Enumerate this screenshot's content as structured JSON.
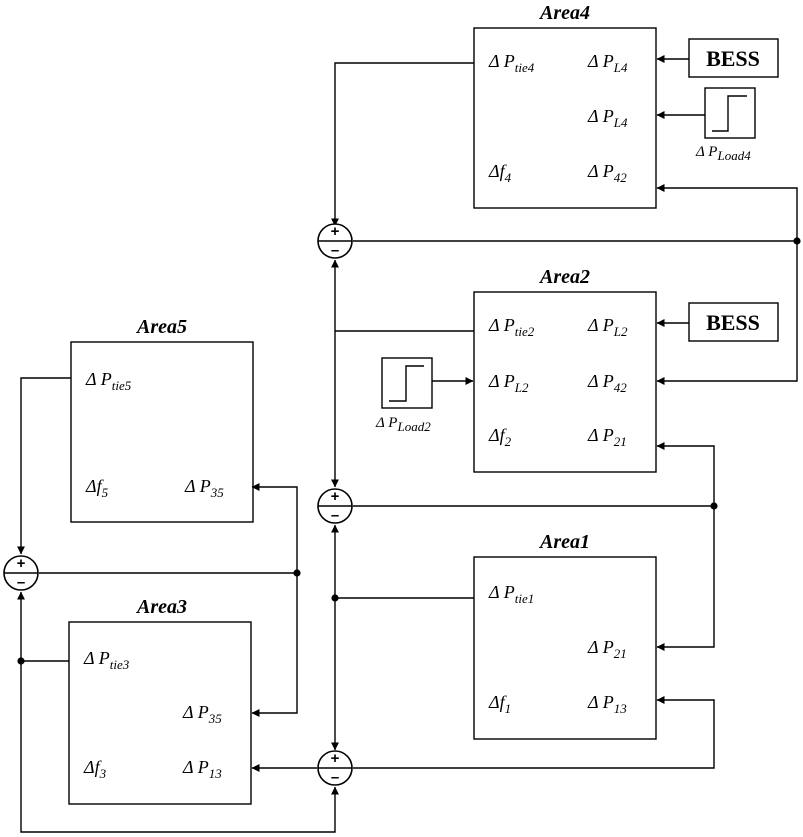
{
  "symbols": {
    "delta": "Δ"
  },
  "areas": {
    "area4": {
      "title": "Area4",
      "tie_sub": "tie4",
      "load_sub": "L4",
      "load_in_sub": "L4",
      "f_sub": "4",
      "p_sub": "42"
    },
    "area2": {
      "title": "Area2",
      "tie_sub": "tie2",
      "load_sub": "L2",
      "load_in_sub": "L2",
      "f_sub": "2",
      "p1_sub": "42",
      "p2_sub": "21"
    },
    "area5": {
      "title": "Area5",
      "tie_sub": "tie5",
      "f_sub": "5",
      "p_sub": "35"
    },
    "area3": {
      "title": "Area3",
      "tie_sub": "tie3",
      "f_sub": "3",
      "p1_sub": "35",
      "p2_sub": "13"
    },
    "area1": {
      "title": "Area1",
      "tie_sub": "tie1",
      "f_sub": "1",
      "p1_sub": "21",
      "p2_sub": "13"
    }
  },
  "bess_label": "BESS",
  "step_inputs": {
    "load4_sub": "Load4",
    "load2_sub": "Load2"
  },
  "sum_signs": {
    "plus": "+",
    "minus": "–"
  }
}
